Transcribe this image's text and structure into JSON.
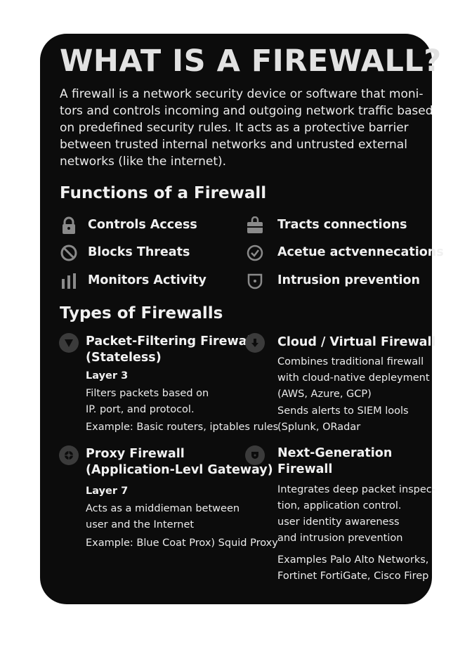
{
  "title": "WHAT IS A FIREWALL?",
  "intro_lines": [
    "A firewall is a network security device or software that moni-",
    "tors and controls incoming and outgoing network traffic based",
    "on predefined security rules. It acts as a protective barrier",
    "between trusted internal networks and untrusted external",
    "networks (like the internet)."
  ],
  "functions": {
    "heading": "Functions of a Firewall",
    "items": [
      {
        "label": "Controls Access",
        "icon": "lock-icon"
      },
      {
        "label": "Tracts connections",
        "icon": "briefcase-lock-icon"
      },
      {
        "label": "Blocks Threats",
        "icon": "block-icon"
      },
      {
        "label": "Acetue actvennecations",
        "icon": "check-circle-icon"
      },
      {
        "label": "Monitors Activity",
        "icon": "bar-chart-icon"
      },
      {
        "label": "Intrusion prevention",
        "icon": "shield-icon"
      }
    ]
  },
  "types": {
    "heading": "Types of Firewalls",
    "packet": {
      "title_lines": [
        "Packet-Filtering Firewall",
        "(Stateless)"
      ],
      "layer": "Layer 3",
      "desc_lines": [
        "Filters packets based on",
        "IP. port, and protocol."
      ],
      "example": "Example: Basic routers, iptables rules"
    },
    "cloud": {
      "title": "Cloud / Virtual Firewall",
      "desc_lines": [
        "Combines traditional firewall",
        "with cloud-native depleyment",
        "(AWS, Azure, GCP)"
      ],
      "extra_lines": [
        "Sends alerts to SIEM lools",
        "(Splunk, ORadar"
      ]
    },
    "proxy": {
      "title_lines": [
        "Proxy Firewall",
        "(Application-Levl Gateway)"
      ],
      "layer": "Layer 7",
      "desc_lines": [
        "Acts as a middieman between",
        "user and the Internet"
      ],
      "example": "Example: Blue Coat Prox) Squid Proxy"
    },
    "ngfw": {
      "title_lines": [
        "Next-Generation",
        "Firewall"
      ],
      "desc_lines": [
        "Integrates deep packet inspec-",
        "tion, application control.",
        "user identity awareness",
        "and intrusion prevention"
      ],
      "example_lines": [
        "Examples Palo Alto Networks,",
        "Fortinet FortiGate, Cisco Firep"
      ]
    }
  },
  "colors": {
    "card": "#0c0c0c",
    "icon": "#8a8a8a",
    "badge": "#3b3b3b",
    "text": "#f0f0f0"
  }
}
